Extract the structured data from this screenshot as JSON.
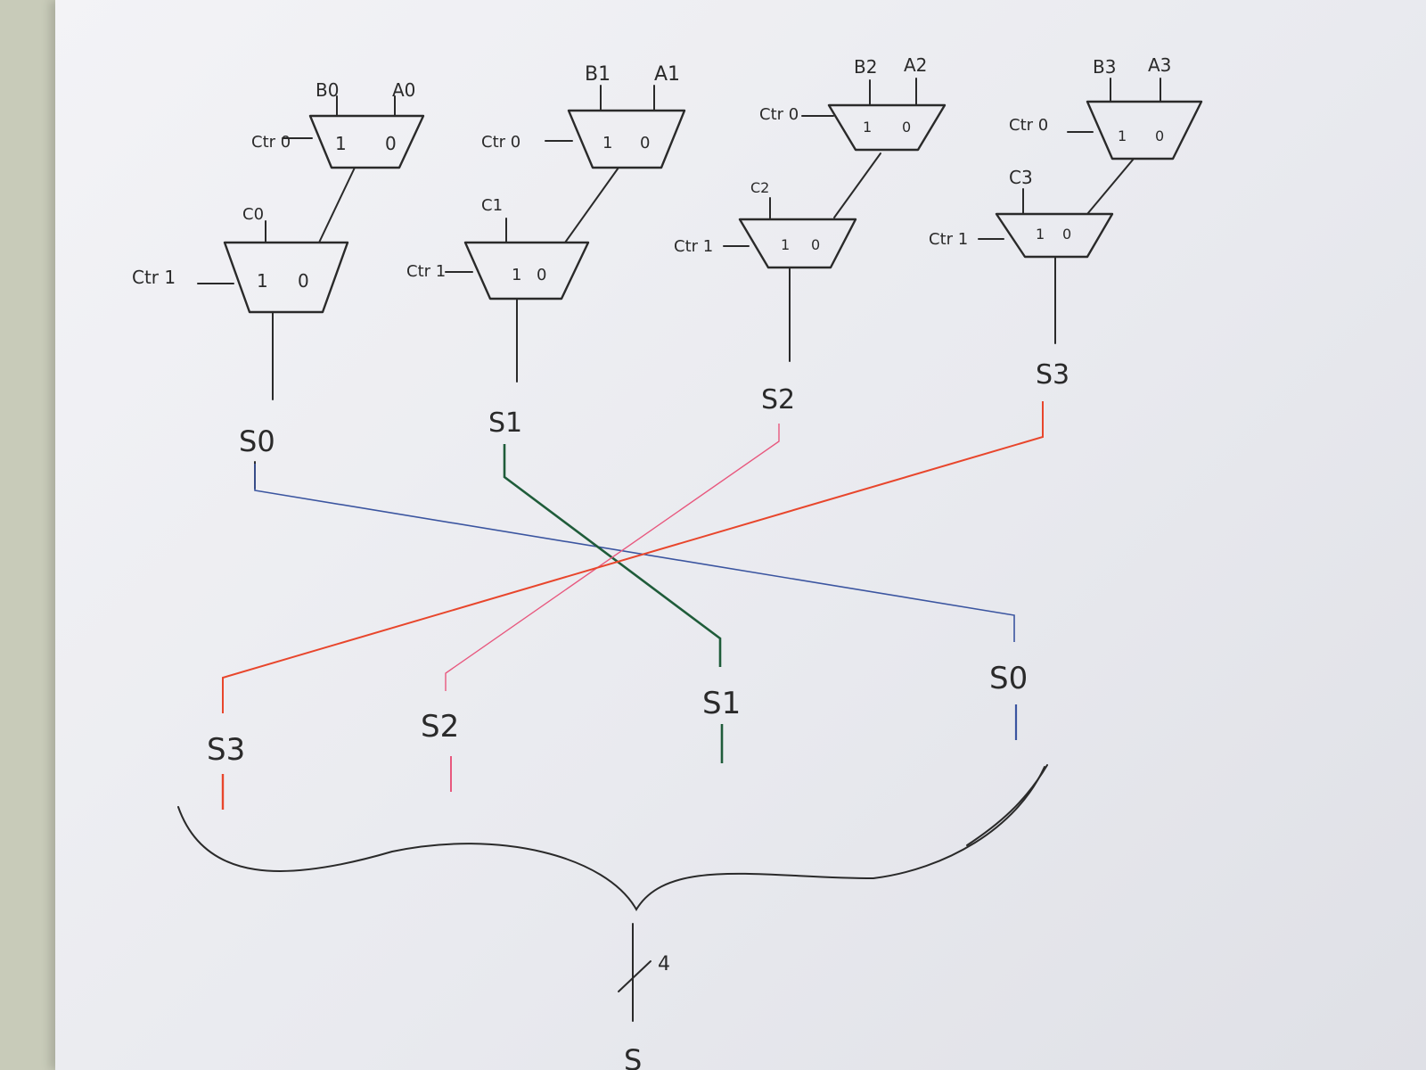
{
  "colors": {
    "pencil": "#2a2a2a",
    "blue": "#3b55a0",
    "green": "#1f5c3a",
    "pink": "#e8587e",
    "orange": "#e8462c"
  },
  "muxes": [
    {
      "top_inputs": [
        "B0",
        "A0"
      ],
      "top_ctr": "Ctr 0",
      "top_ports": [
        "1",
        "0"
      ],
      "carry": "C0",
      "bottom_ctr": "Ctr 1",
      "bottom_ports": [
        "1",
        "0"
      ],
      "output": "S0"
    },
    {
      "top_inputs": [
        "B1",
        "A1"
      ],
      "top_ctr": "Ctr 0",
      "top_ports": [
        "1",
        "0"
      ],
      "carry": "C1",
      "bottom_ctr": "Ctr 1",
      "bottom_ports": [
        "1",
        "0"
      ],
      "output": "S1"
    },
    {
      "top_inputs": [
        "B2",
        "A2"
      ],
      "top_ctr": "Ctr 0",
      "top_ports": [
        "1",
        "0"
      ],
      "carry": "C2",
      "bottom_ctr": "Ctr 1",
      "bottom_ports": [
        "1",
        "0"
      ],
      "output": "S2"
    },
    {
      "top_inputs": [
        "B3",
        "A3"
      ],
      "top_ctr": "Ctr 0",
      "top_ports": [
        "1",
        "0"
      ],
      "carry": "C3",
      "bottom_ctr": "Ctr 1",
      "bottom_ports": [
        "1",
        "0"
      ],
      "output": "S3"
    }
  ],
  "bottom_labels": [
    "S3",
    "S2",
    "S1",
    "S0"
  ],
  "bus_width": "4",
  "bus_output": "S"
}
